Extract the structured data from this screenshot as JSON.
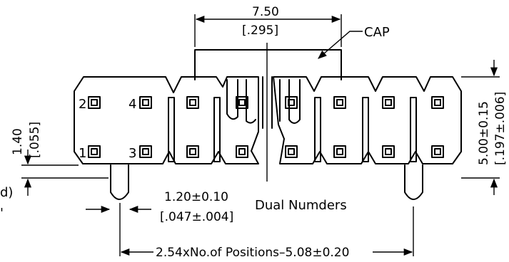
{
  "dimensions": {
    "cap_width_mm": "7.50",
    "cap_width_in": "[.295]",
    "height_mm": "5.00±0.15",
    "height_in": "[.197±.006]",
    "pin_offset_mm": "1.40",
    "pin_offset_in": "[.055]",
    "pin_pitch_mm": "1.20±0.10",
    "pin_pitch_in": "[.047±.004]",
    "length_formula": "2.54xNo.of Positions–5.08±0.20"
  },
  "labels": {
    "cap": "CAP",
    "dual": "Dual Numders",
    "edge_fragment_1": "d)",
    "edge_fragment_2": "'"
  },
  "pin_numbers": {
    "top_left": "2",
    "top_second": "4",
    "bottom_left": "1",
    "bottom_second": "3"
  }
}
